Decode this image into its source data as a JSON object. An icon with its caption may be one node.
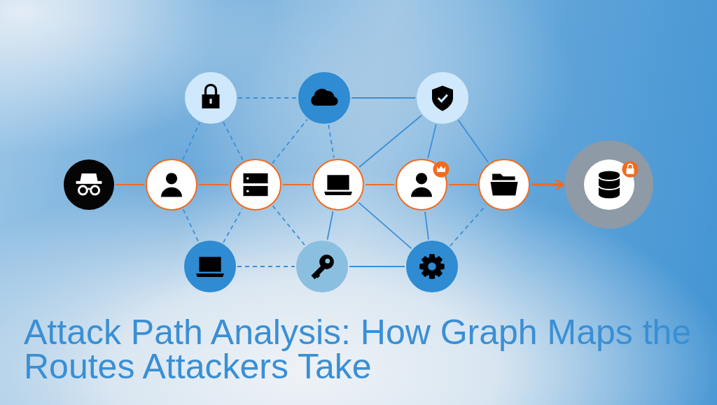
{
  "diagram": {
    "title": "Attack Path Analysis: How Graph Maps the Routes Attackers Take",
    "nodes": [
      {
        "text": [],
        "shape": "circle"
      },
      {
        "text": [],
        "shape": "circle"
      },
      {
        "text": [],
        "shape": "circle"
      },
      {
        "text": [],
        "shape": "circle"
      },
      {
        "text": [],
        "shape": "circle"
      },
      {
        "text": [],
        "shape": "circle"
      },
      {
        "text": [],
        "shape": "circle"
      },
      {
        "text": [],
        "shape": "circle"
      },
      {
        "text": [],
        "shape": "circle"
      },
      {
        "text": [],
        "shape": "circle"
      },
      {
        "text": [],
        "shape": "circle"
      },
      {
        "text": [],
        "shape": "circle"
      },
      {
        "text": [],
        "shape": "circle"
      }
    ],
    "edges": [
      {
        "from": 0,
        "to": 1,
        "arrow": "none",
        "style": "dashed"
      },
      {
        "from": 1,
        "to": 2,
        "arrow": "none"
      },
      {
        "from": 3,
        "to": 4,
        "arrow": "none",
        "color": "#f26b1d"
      },
      {
        "from": 4,
        "to": 5,
        "arrow": "none",
        "color": "#f26b1d"
      },
      {
        "from": 5,
        "to": 6,
        "arrow": "none",
        "color": "#f26b1d"
      },
      {
        "from": 6,
        "to": 7,
        "arrow": "none",
        "color": "#f26b1d"
      },
      {
        "from": 7,
        "to": 8,
        "arrow": "none",
        "color": "#f26b1d"
      },
      {
        "from": 8,
        "to": 9,
        "arrow": "to",
        "style": "thick",
        "color": "#f26b1d"
      },
      {
        "from": 4,
        "to": 0,
        "arrow": "none",
        "style": "dashed"
      },
      {
        "from": 0,
        "to": 5,
        "arrow": "none",
        "style": "dashed"
      },
      {
        "from": 5,
        "to": 1,
        "arrow": "none",
        "style": "dashed"
      },
      {
        "from": 1,
        "to": 6,
        "arrow": "none",
        "style": "dashed"
      },
      {
        "from": 6,
        "to": 2,
        "arrow": "none"
      },
      {
        "from": 7,
        "to": 2,
        "arrow": "none"
      },
      {
        "from": 2,
        "to": 8,
        "arrow": "none"
      },
      {
        "from": 4,
        "to": 10,
        "arrow": "none",
        "style": "dashed"
      },
      {
        "from": 10,
        "to": 5,
        "arrow": "none",
        "style": "dashed"
      },
      {
        "from": 5,
        "to": 11,
        "arrow": "none",
        "style": "dashed"
      },
      {
        "from": 11,
        "to": 6,
        "arrow": "none"
      },
      {
        "from": 6,
        "to": 12,
        "arrow": "none"
      },
      {
        "from": 7,
        "to": 12,
        "arrow": "none"
      },
      {
        "from": 12,
        "to": 8,
        "arrow": "none",
        "style": "dashed"
      },
      {
        "from": 10,
        "to": 11,
        "arrow": "none",
        "style": "dashed"
      },
      {
        "from": 11,
        "to": 12,
        "arrow": "none"
      }
    ]
  }
}
